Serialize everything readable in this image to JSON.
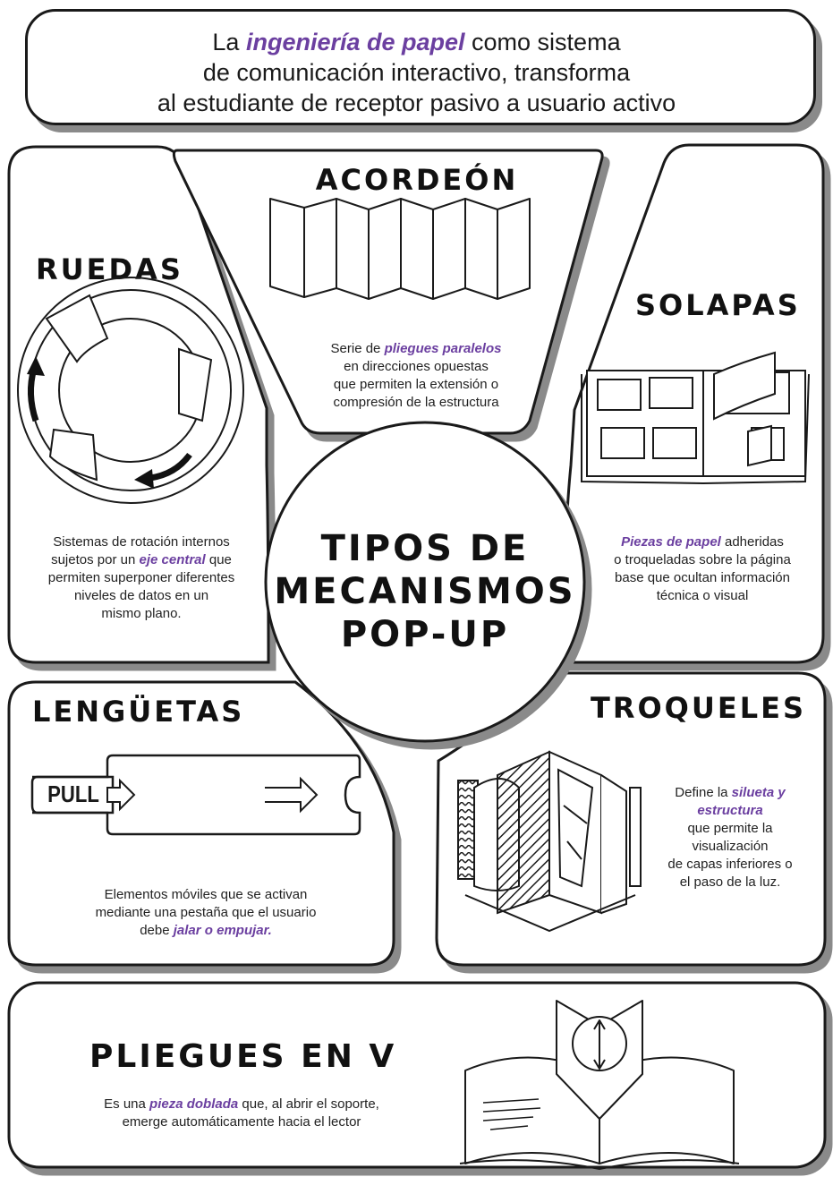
{
  "headline": {
    "line1_before": "La ",
    "line1_highlight": "ingeniería de papel",
    "line1_after": " como sistema",
    "line2": "de comunicación interactivo, transforma",
    "line3": "al estudiante de receptor pasivo a usuario activo"
  },
  "center": {
    "line1": "TIPOS DE",
    "line2": "MECANISMOS",
    "line3": "POP-UP"
  },
  "acordeon": {
    "title": "ACORDEÓN",
    "d1_before": "Serie de ",
    "d1_highlight": "pliegues paralelos",
    "d2": "en direcciones opuestas",
    "d3": "que permiten la extensión o",
    "d4": "compresión de la estructura"
  },
  "ruedas": {
    "title": "RUEDAS",
    "d1": "Sistemas de rotación internos",
    "d2_before": "sujetos por un ",
    "d2_highlight": "eje central",
    "d2_after": " que",
    "d3": "permiten superponer diferentes",
    "d4": "niveles de datos en un",
    "d5": "mismo plano."
  },
  "solapas": {
    "title": "SOLAPAS",
    "d1_highlight": "Piezas de papel",
    "d1_after": " adheridas",
    "d2": "o troqueladas sobre la página",
    "d3": "base que ocultan información",
    "d4": "técnica o visual"
  },
  "lenguetas": {
    "title": "LENGÜETAS",
    "pull_label": "PULL",
    "d1": "Elementos móviles que se activan",
    "d2": "mediante una pestaña que el usuario",
    "d3_before": "debe ",
    "d3_highlight": "jalar o empujar."
  },
  "troqueles": {
    "title": "TROQUELES",
    "d1_before": "Define la ",
    "d1_highlight": "silueta y",
    "d2_highlight": "estructura",
    "d3": "que permite la",
    "d4": "visualización",
    "d5": "de capas inferiores o",
    "d6": "el paso de la luz."
  },
  "pliegues_v": {
    "title": "PLIEGUES EN V",
    "d1_before": "Es una ",
    "d1_highlight": "pieza doblada",
    "d1_after": " que, al abrir el soporte,",
    "d2": "emerge automáticamente hacia el lector"
  },
  "colors": {
    "accent": "#6b3fa0",
    "ink": "#1a1a1a",
    "shadow": "#8a8a8a"
  }
}
